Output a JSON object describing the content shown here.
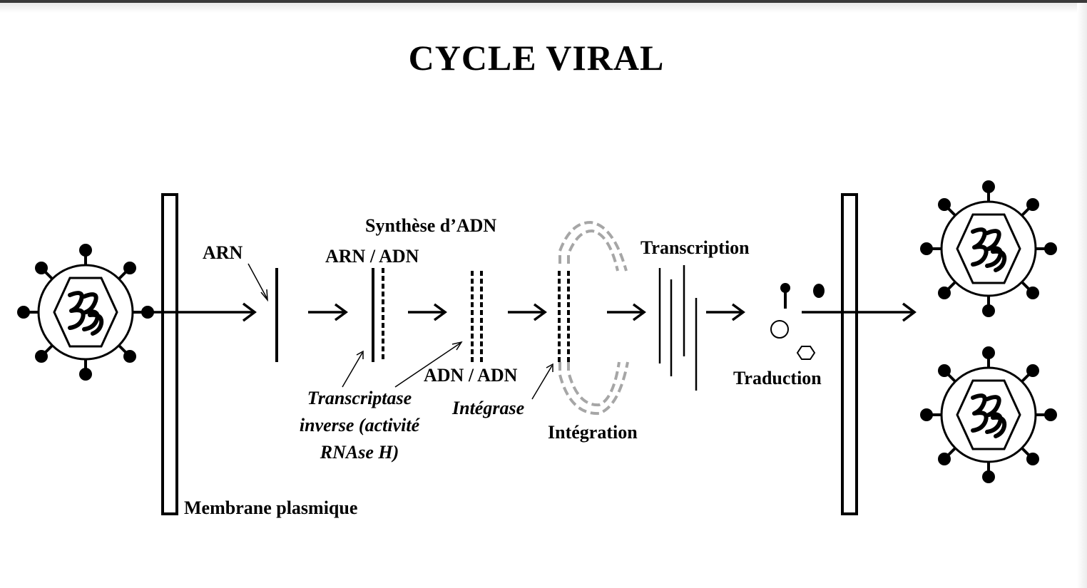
{
  "diagram": {
    "title": "CYCLE VIRAL",
    "labels": {
      "membrane": "Membrane plasmique",
      "arn": "ARN",
      "synthese_adn": "Synthèse d’ADN",
      "arn_adn": "ARN / ADN",
      "adn_adn": "ADN / ADN",
      "enzyme_rt": [
        "Transcriptase",
        "inverse (activité",
        "RNAse H)"
      ],
      "integrase": "Intégrase",
      "integration": "Intégration",
      "transcription": "Transcription",
      "traduction": "Traduction"
    },
    "icons": {
      "virus": "virus-particle-icon",
      "membrane": "membrane-bar-icon",
      "strand": "nucleic-acid-strand-icon",
      "genome": "host-genome-loop-icon"
    },
    "colors": {
      "ink": "#000000",
      "host_dna": "#a6a6a6",
      "background": "#ffffff"
    }
  }
}
